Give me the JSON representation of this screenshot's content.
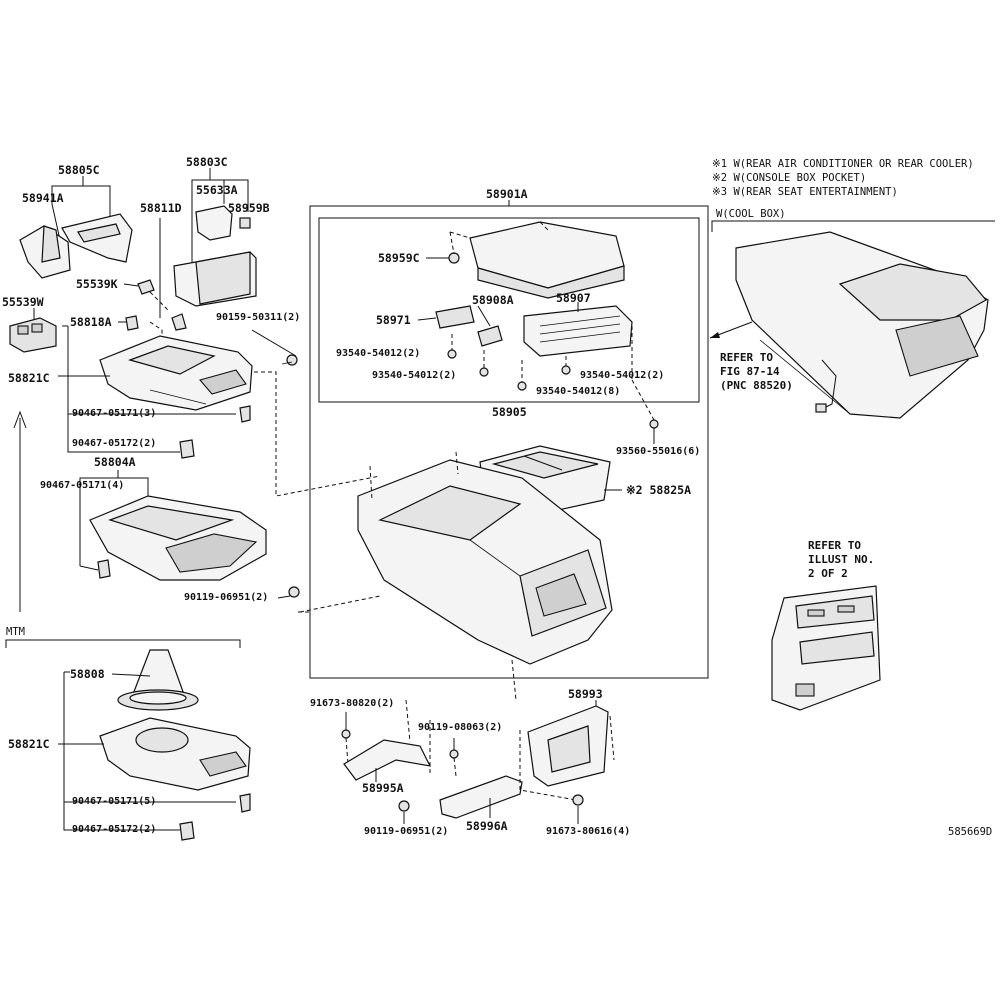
{
  "notes": {
    "n1": "※1 W(REAR AIR CONDITIONER OR REAR COOLER)",
    "n2": "※2 W(CONSOLE BOX POCKET)",
    "n3": "※3 W(REAR SEAT ENTERTAINMENT)"
  },
  "cool_box": {
    "title": "W(COOL BOX)",
    "ref1": "REFER TO",
    "ref2": "FIG 87-14",
    "ref3": "(PNC 88520)"
  },
  "illust_ref": {
    "line1": "REFER TO",
    "line2": "ILLUST NO.",
    "line3": "2 OF 2"
  },
  "mtm": "MTM",
  "diagram_id": "585669D",
  "labels": {
    "p58805C": "58805C",
    "p58941A": "58941A",
    "p55539W": "55539W",
    "p58803C": "58803C",
    "p55633A": "55633A",
    "p58811D": "58811D",
    "p58959B": "58959B",
    "p55539K": "55539K",
    "p58818A": "58818A",
    "p90159": "90159-50311(2)",
    "p58821C_top": "58821C",
    "p90467_171_3": "90467-05171(3)",
    "p90467_172_2_top": "90467-05172(2)",
    "p58804A": "58804A",
    "p90467_171_4": "90467-05171(4)",
    "p90119_06951_2_top": "90119-06951(2)",
    "p58901A": "58901A",
    "p58959C": "58959C",
    "p58908A": "58908A",
    "p58907": "58907",
    "p58971": "58971",
    "p93540_a": "93540-54012(2)",
    "p93540_b": "93540-54012(2)",
    "p93540_c": "93540-54012(2)",
    "p93540_8": "93540-54012(8)",
    "p58905": "58905",
    "p93560": "93560-55016(6)",
    "p58825A": "※2 58825A",
    "p58808": "58808",
    "p58821C_bot": "58821C",
    "p90467_171_5": "90467-05171(5)",
    "p90467_172_2_bot": "90467-05172(2)",
    "p91673_80820": "91673-80820(2)",
    "p90119_08063": "90119-08063(2)",
    "p58993": "58993",
    "p58995A": "58995A",
    "p90119_06951_2_bot": "90119-06951(2)",
    "p58996A": "58996A",
    "p91673_80616": "91673-80616(4)"
  }
}
